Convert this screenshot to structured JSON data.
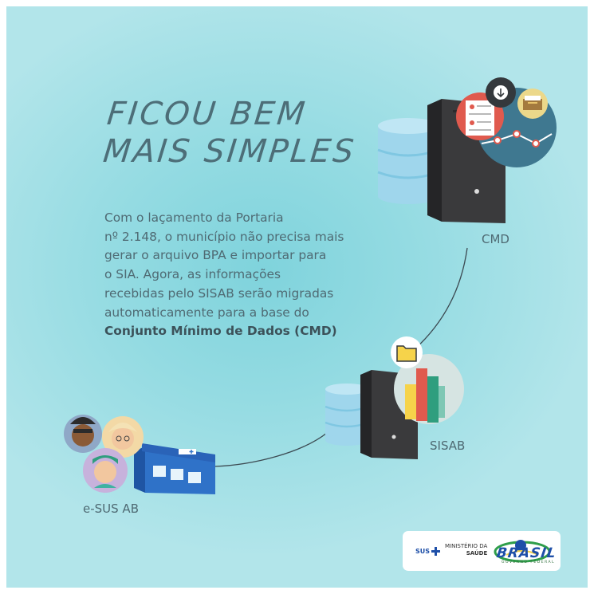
{
  "headline": {
    "line1": "FICOU BEM",
    "line2": "MAIS SIMPLES"
  },
  "body": {
    "lines": [
      "Com o laçamento da Portaria",
      "nº 2.148, o município não precisa mais",
      "gerar o arquivo BPA e importar para",
      "o SIA. Agora, as informações",
      "recebidas pelo SISAB serão migradas",
      "automaticamente para a base do"
    ],
    "highlight": "Conjunto Mínimo de Dados (CMD)"
  },
  "labels": {
    "cmd": "CMD",
    "sisab": "SISAB",
    "esus": "e-SUS AB"
  },
  "footer": {
    "sus": "SUS",
    "ministerio_line1": "MINISTÉRIO DA",
    "ministerio_line2": "SAÚDE",
    "brasil": "BRASIL",
    "governo": "GOVERNO FEDERAL"
  },
  "colors": {
    "background": "#94dbe2",
    "text": "#4f6a73",
    "server": "#3a3a3c",
    "database": "#9fd6ec",
    "accent_red": "#e05a4e",
    "accent_yellow": "#f6d34a",
    "accent_green": "#2f9e7e"
  },
  "icons": [
    "database-icon",
    "server-icon",
    "report-icon",
    "download-icon",
    "archive-icon",
    "line-chart-icon",
    "folder-icon",
    "bar-chart-icon",
    "health-unit-building-icon",
    "person-avatar-icon"
  ]
}
